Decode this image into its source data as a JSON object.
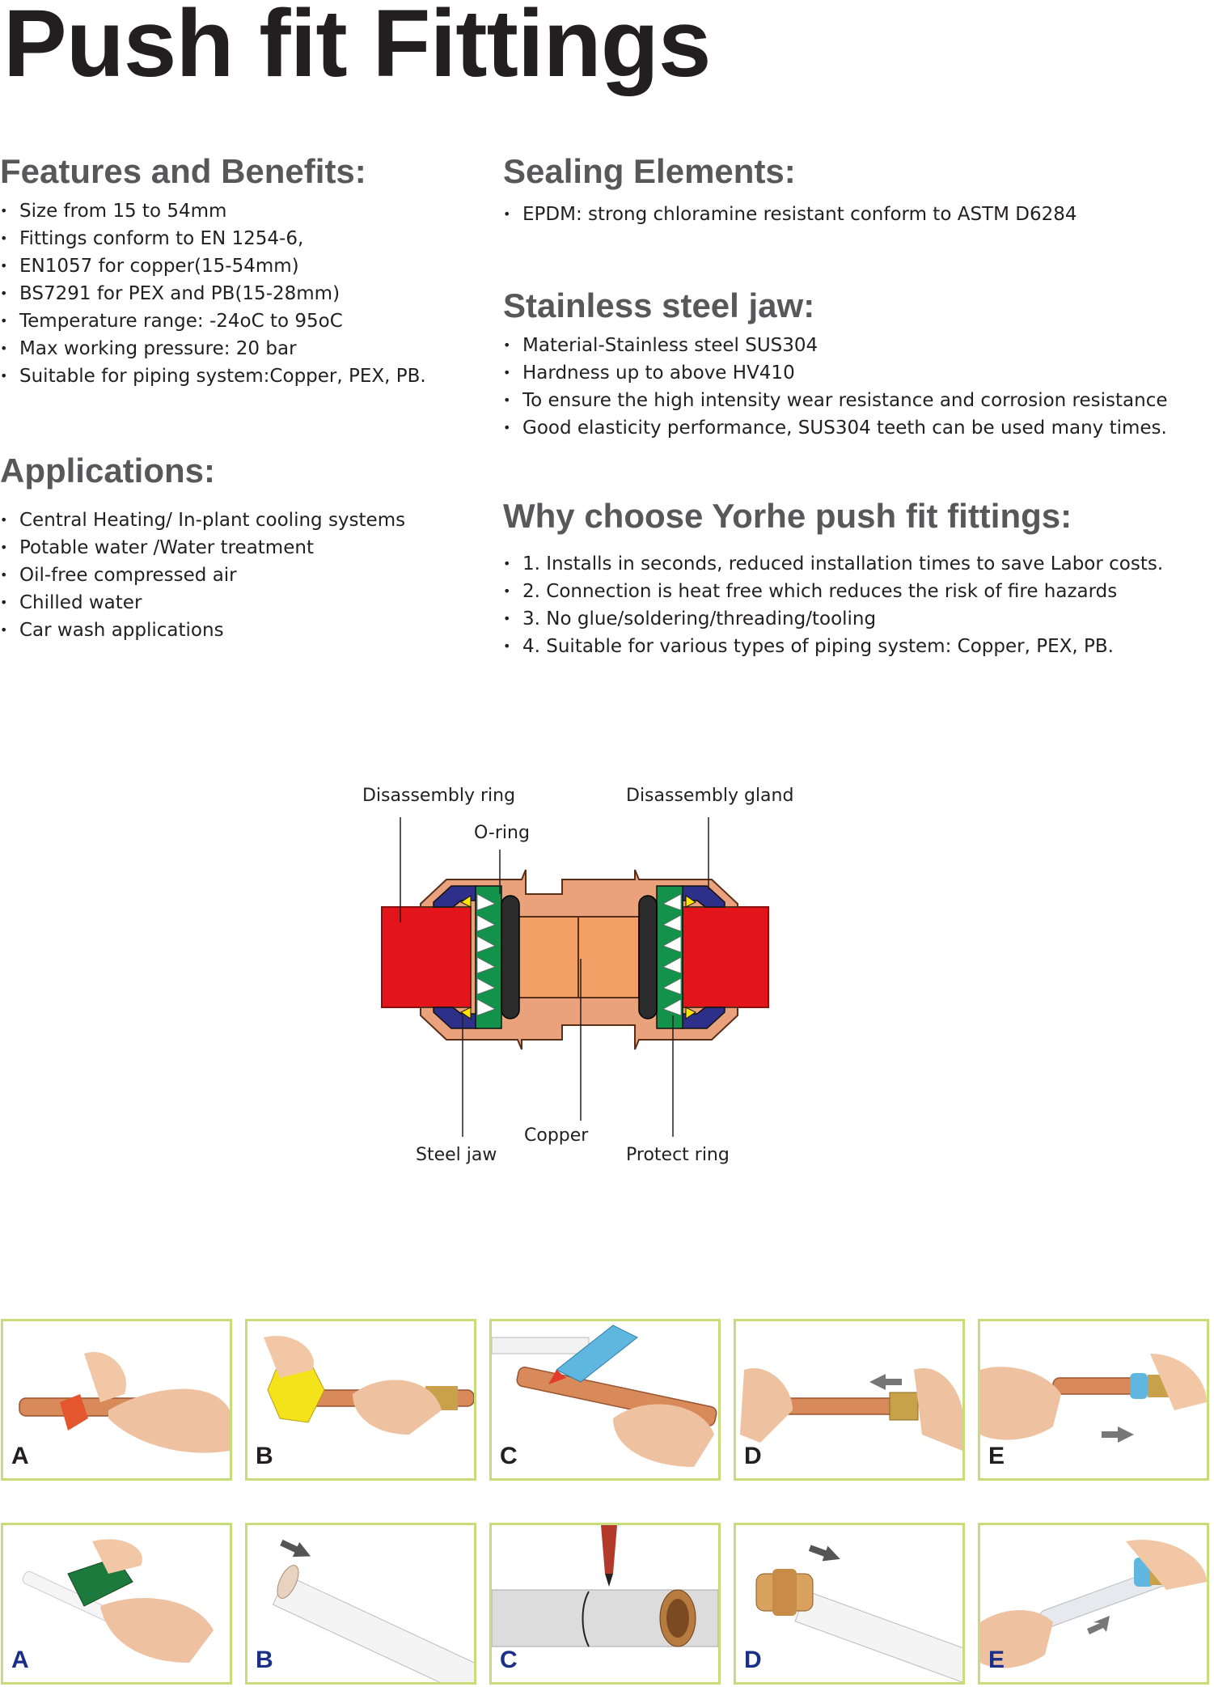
{
  "title": "Push fit Fittings",
  "features": {
    "heading": "Features and Benefits:",
    "items": [
      "Size from 15 to 54mm",
      "Fittings conform to EN 1254-6,",
      "EN1057 for copper(15-54mm)",
      "BS7291 for PEX and PB(15-28mm)",
      "Temperature range: -24oC to 95oC",
      "Max working pressure: 20 bar",
      "Suitable for piping system:Copper, PEX, PB."
    ]
  },
  "applications": {
    "heading": "Applications:",
    "items": [
      "Central Heating/ In-plant cooling systems",
      "Potable water /Water treatment",
      "Oil-free compressed air",
      "Chilled water",
      "Car wash applications"
    ]
  },
  "sealing": {
    "heading": "Sealing Elements:",
    "items": [
      "EPDM: strong chloramine resistant conform to ASTM D6284"
    ]
  },
  "jaw": {
    "heading": "Stainless steel jaw:",
    "items": [
      "Material-Stainless steel SUS304",
      " Hardness up to above HV410",
      "To ensure the high intensity wear resistance and corrosion resistance",
      "Good elasticity performance, SUS304 teeth can be used many times."
    ]
  },
  "why": {
    "heading": "Why choose Yorhe push fit fittings:",
    "items": [
      "1. Installs in seconds, reduced installation times to save Labor costs.",
      "2. Connection is heat free which reduces the risk of fire hazards",
      "3. No glue/soldering/threading/tooling",
      "4. Suitable for various types of piping system: Copper, PEX, PB."
    ]
  },
  "diagram": {
    "labels": {
      "disassembly_ring": "Disassembly ring",
      "o_ring": "O-ring",
      "disassembly_gland": "Disassembly gland",
      "steel_jaw": "Steel jaw",
      "copper": "Copper",
      "protect_ring": "Protect ring"
    },
    "colors": {
      "pipe": "#e3151b",
      "copper": "#f2a065",
      "copper_body": "#e9a27b",
      "seal": "#2e2f88",
      "jaw": "#12924a",
      "o_ring": "#2b2b2b"
    }
  },
  "steps": {
    "copper_row": [
      "A",
      "B",
      "C",
      "D",
      "E"
    ],
    "pex_row": [
      "A",
      "B",
      "C",
      "D",
      "E"
    ]
  }
}
